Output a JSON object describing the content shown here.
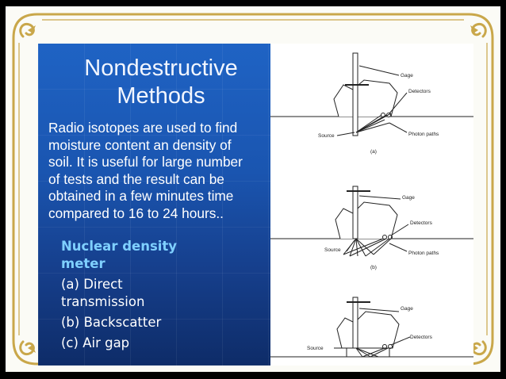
{
  "slide": {
    "title_line1": "Nondestructive",
    "title_line2": "Methods",
    "body_lines": [
      "Radio isotopes are used to find",
      "moisture content an density of",
      "soil. It is useful for large number",
      "of tests and the result can be",
      "obtained in a few minutes time",
      "compared to 16 to 24 hours.."
    ],
    "meter_heading_line1": "Nuclear density",
    "meter_heading_line2": "meter",
    "items": [
      {
        "line1": "(a) Direct",
        "line2": "transmission"
      },
      {
        "line1": "(b) Backscatter",
        "line2": ""
      },
      {
        "line1": "(c) Air gap",
        "line2": ""
      }
    ]
  },
  "diagram": {
    "a": {
      "gage": "Gage",
      "detectors": "Detectors",
      "source": "Source",
      "photon": "Photon paths",
      "caption": "(a)"
    },
    "b": {
      "gage": "Gage",
      "detectors": "Detectors",
      "source": "Source",
      "photon": "Photon paths",
      "caption": "(b)"
    },
    "c": {
      "gage": "Gage",
      "detectors": "Detectors",
      "source": "Source"
    }
  },
  "colors": {
    "frame_gold": "#c9a74a",
    "heading_cyan": "#7fd0ff",
    "panel_blue": "#1a55b0"
  }
}
